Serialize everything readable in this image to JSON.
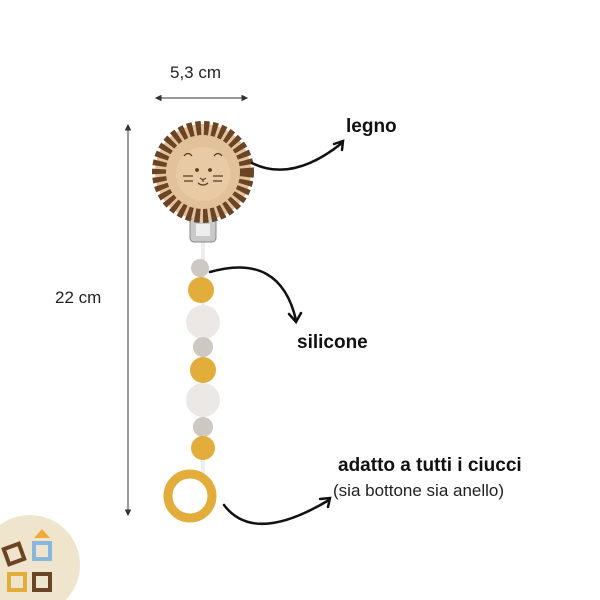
{
  "dimensions": {
    "width_label": "5,3 cm",
    "height_label": "22 cm"
  },
  "labels": {
    "wood": "legno",
    "silicone": "silicone",
    "fits_all": "adatto a tutti i ciucci",
    "fits_all_note": "(sia bottone sia anello)"
  },
  "colors": {
    "wood": "#e2c29a",
    "mane": "#6b4426",
    "mustard": "#e3ad3c",
    "bead_white": "#ece8e6",
    "bead_gray": "#cdc8c2",
    "logo_bg": "#efe5cc"
  },
  "icons": [
    "lion-clip-product",
    "curved-arrow",
    "blocks-logo"
  ]
}
